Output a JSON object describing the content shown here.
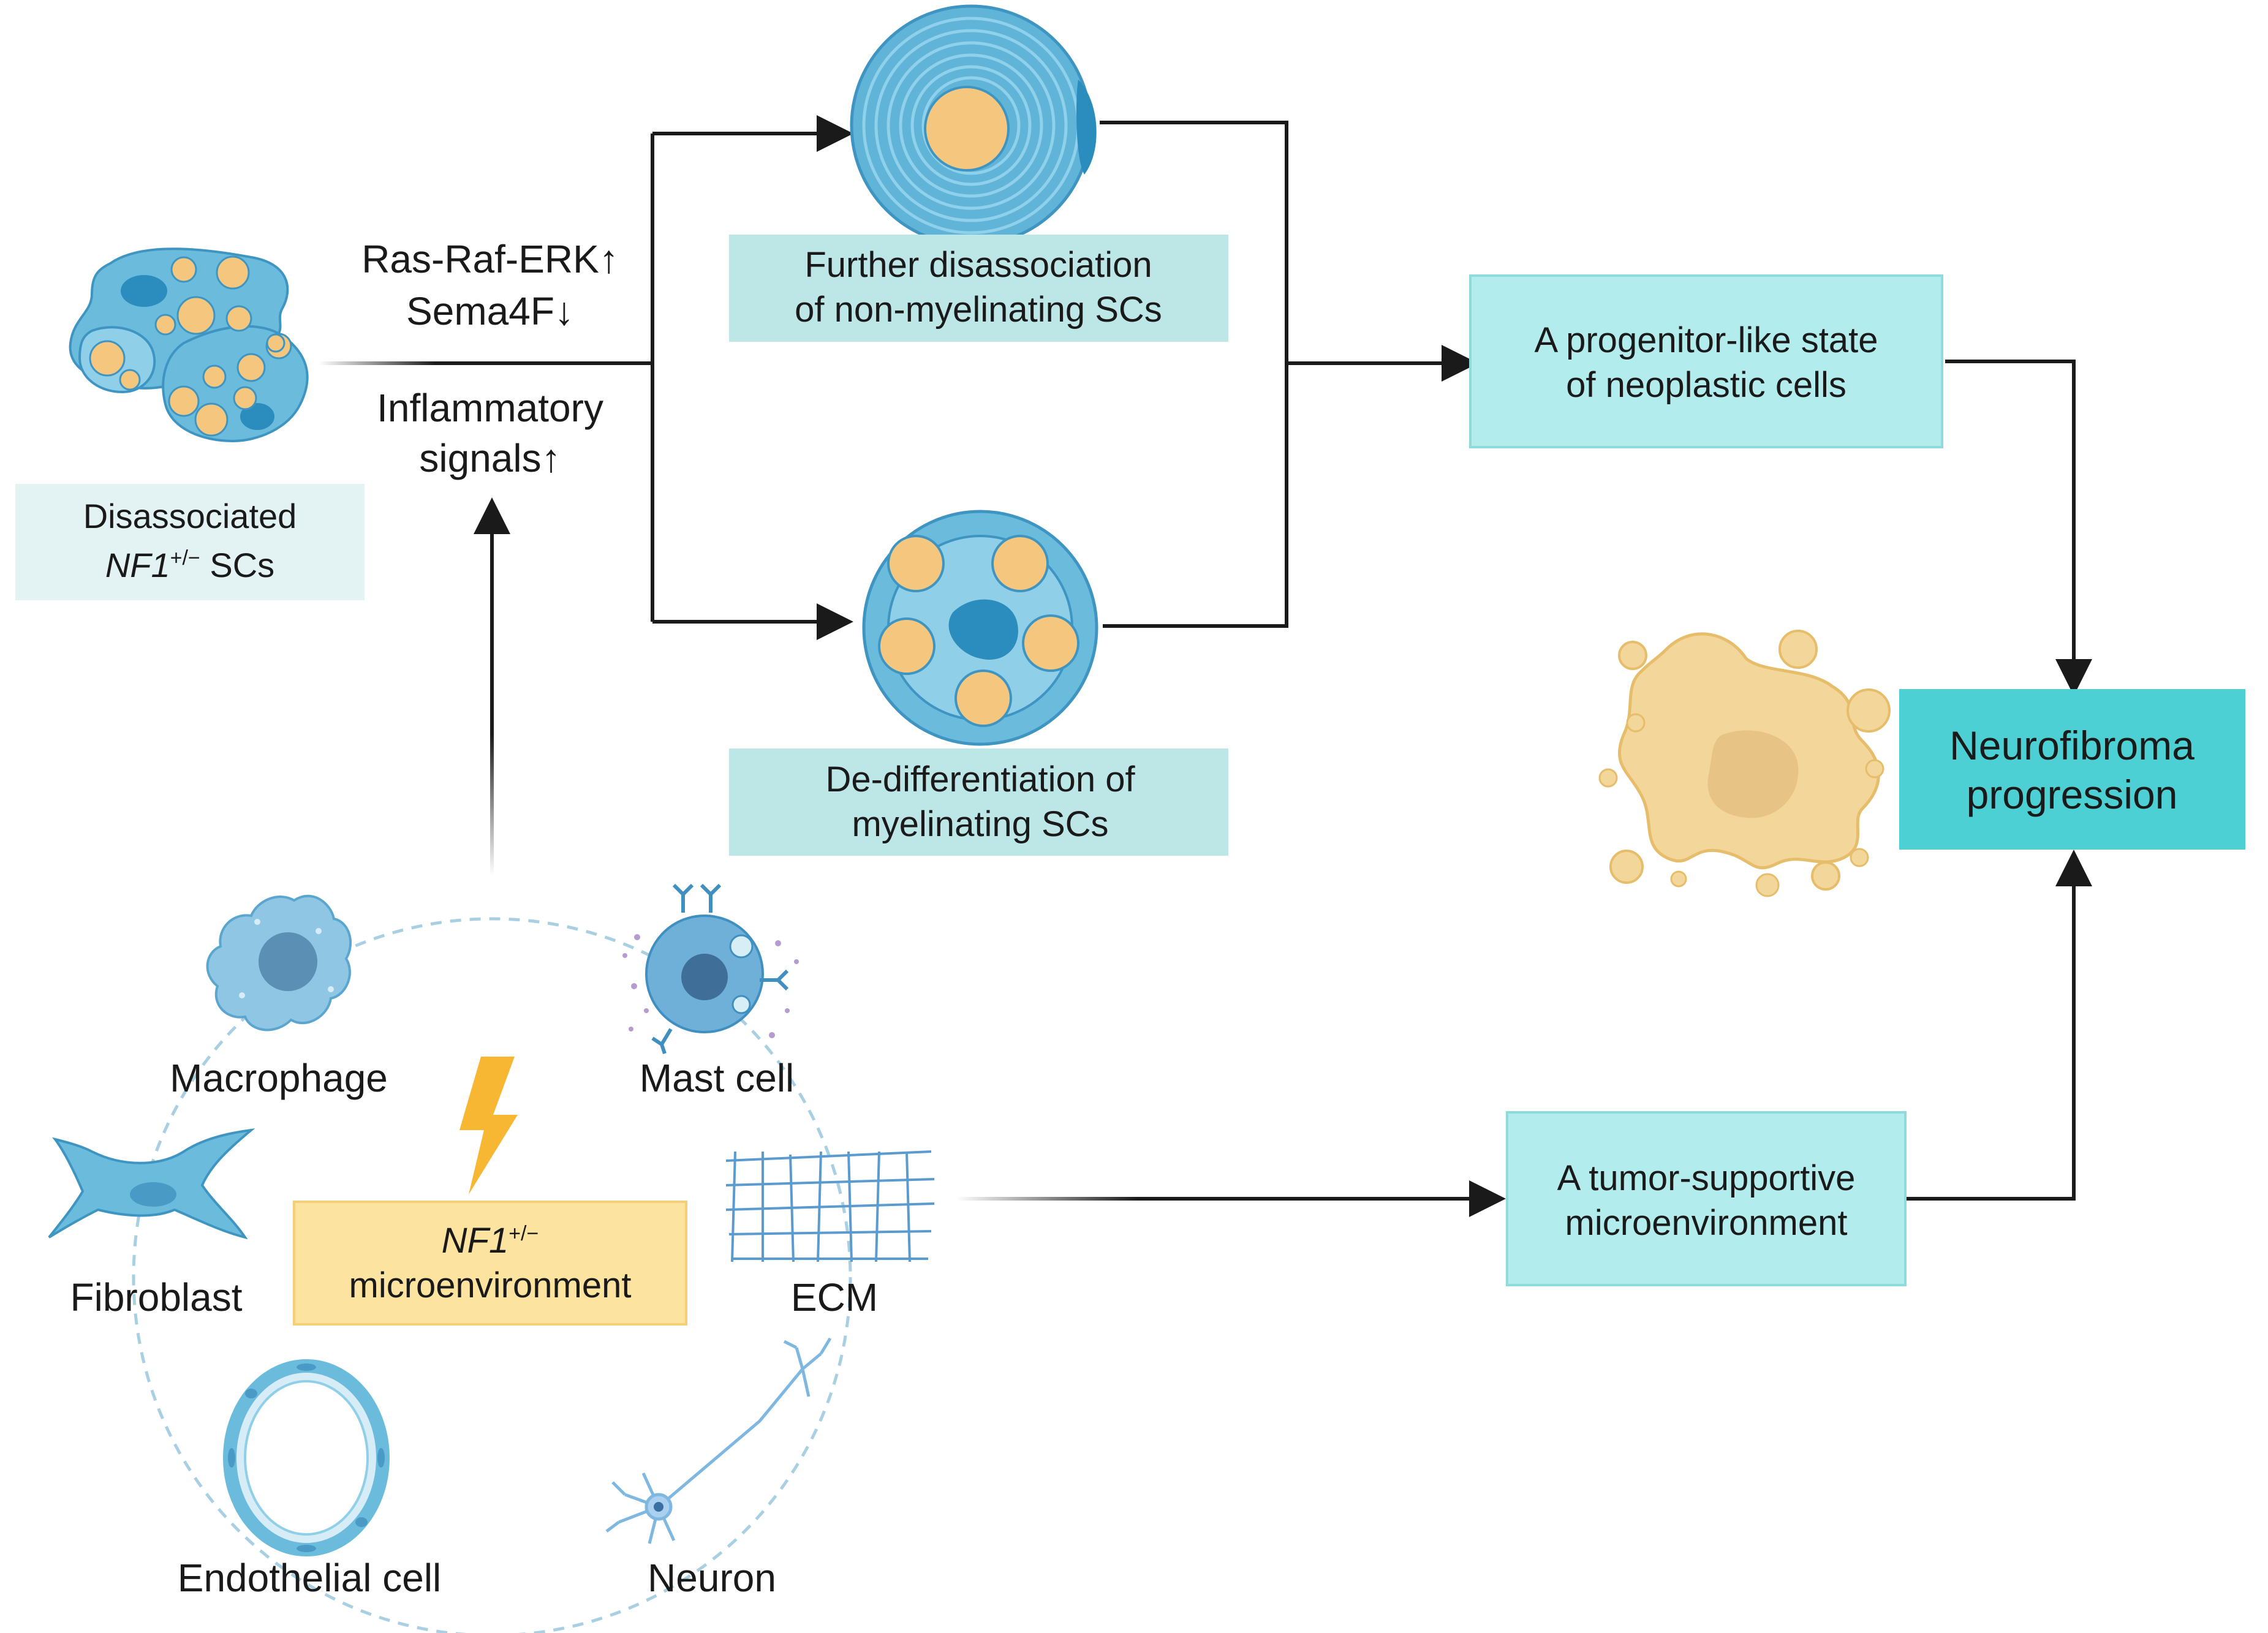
{
  "signals": {
    "line1": "Ras-Raf-ERK↑",
    "line2": "Sema4F↓",
    "line3": "Inflammatory",
    "line4": "signals↑"
  },
  "disassociated_box": {
    "line1": "Disassociated",
    "line2_italic": "NF1",
    "line2_sup": "+/−",
    "line2_rest": " SCs"
  },
  "non_myelinating_box": {
    "line1": "Further disassociation",
    "line2": "of non-myelinating SCs"
  },
  "myelinating_box": {
    "line1": "De-differentiation of",
    "line2": "myelinating SCs"
  },
  "progenitor_box": {
    "line1": "A progenitor-like state",
    "line2": "of neoplastic cells"
  },
  "neurofibroma_box": {
    "line1": "Neurofibroma",
    "line2": "progression"
  },
  "microenv_box": {
    "line1": "A tumor-supportive",
    "line2": "microenvironment"
  },
  "nf1_microenv_box": {
    "line1_italic": "NF1",
    "line1_sup": "+/−",
    "line2": "microenvironment"
  },
  "cell_labels": {
    "macrophage": "Macrophage",
    "mast_cell": "Mast cell",
    "fibroblast": "Fibroblast",
    "ecm": "ECM",
    "endothelial": "Endothelial cell",
    "neuron": "Neuron"
  },
  "colors": {
    "cell_blue": "#6bbcdc",
    "cell_dark_blue": "#2b8cbe",
    "nucleus_orange": "#f5c77e",
    "box_light_teal": "#bde7e7",
    "box_cyan": "#b2ecec",
    "box_teal_strong": "#4dd0d4",
    "box_yellow": "#fde3a0",
    "bolt": "#f7b733",
    "tumor": "#f3d79a",
    "arrow": "#1a1a1a"
  }
}
